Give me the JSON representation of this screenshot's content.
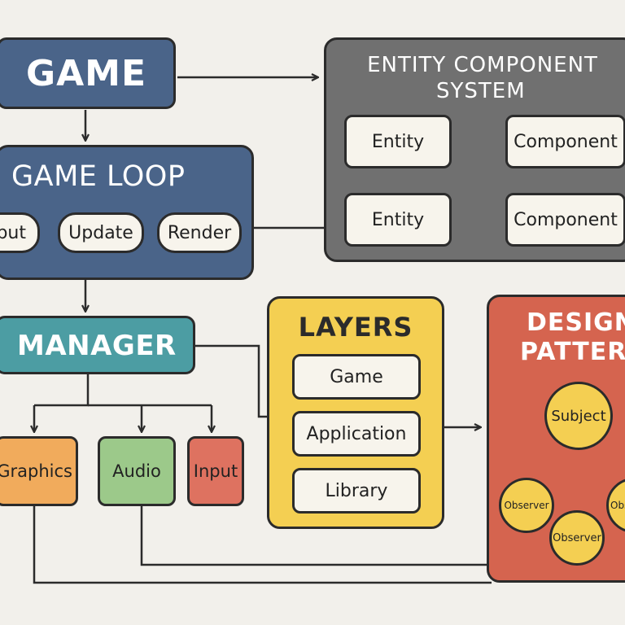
{
  "game": {
    "title": "GAME"
  },
  "game_loop": {
    "title": "GAME LOOP",
    "steps": [
      "Input",
      "Update",
      "Render"
    ]
  },
  "ecs": {
    "title_line1": "ENTITY COMPONENT",
    "title_line2": "SYSTEM",
    "rows": [
      {
        "entity": "Entity",
        "component": "Component"
      },
      {
        "entity": "Entity",
        "component": "Component"
      }
    ]
  },
  "manager": {
    "title": "MANAGER",
    "subsystems": [
      "Graphics",
      "Audio",
      "Input"
    ]
  },
  "layers": {
    "title": "LAYERS",
    "items": [
      "Game",
      "Application",
      "Library"
    ]
  },
  "design_patterns": {
    "title_line1": "DESIGN",
    "title_line2": "PATTERNS",
    "subject": "Subject",
    "observers": [
      "Observer",
      "Observer",
      "Observer"
    ]
  },
  "colors": {
    "background": "#f2f0eb",
    "game": "#4a6489",
    "ecs": "#707070",
    "manager": "#4c9da3",
    "layers": "#f4cf52",
    "design_patterns": "#d5644f",
    "graphics": "#f1ab5c",
    "audio": "#9cc98a",
    "input": "#de7260"
  }
}
